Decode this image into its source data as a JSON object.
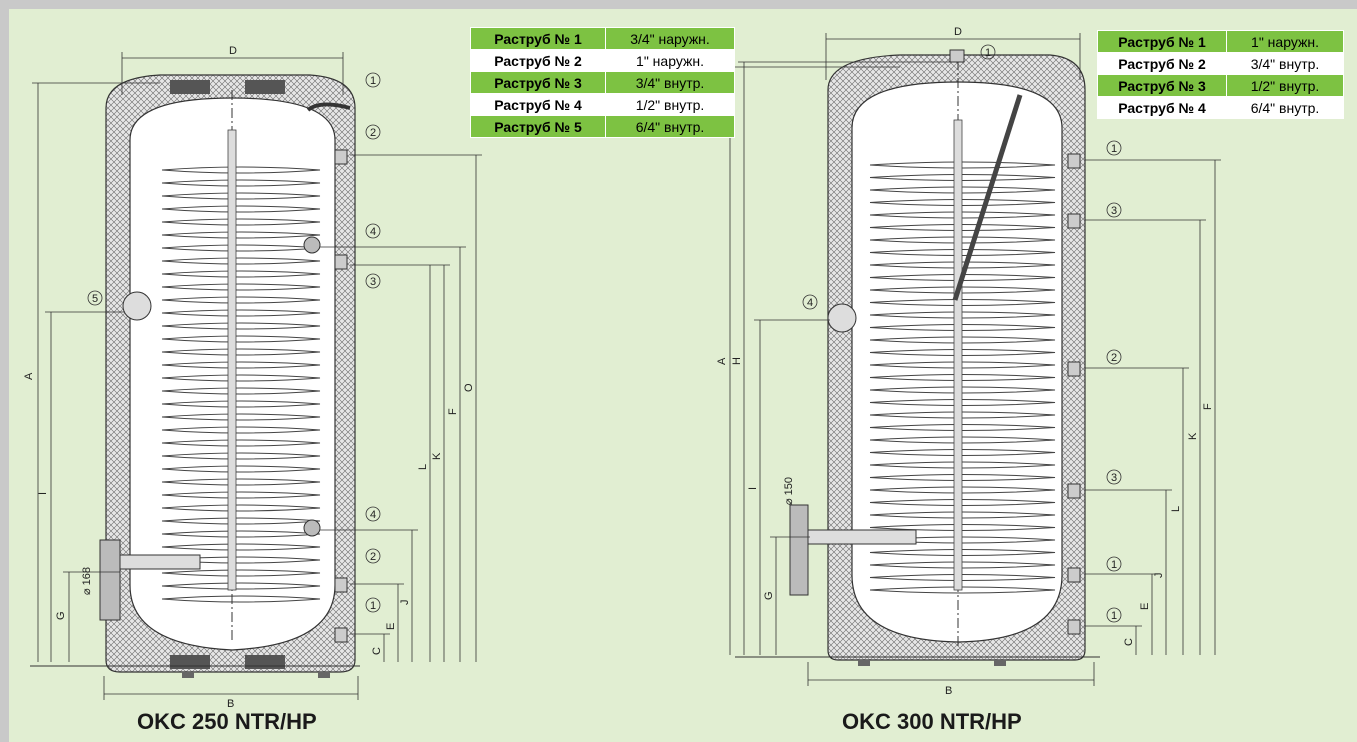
{
  "left": {
    "model": "OKC 250 NTR/HP",
    "connections": [
      {
        "key": "Раструб № 1",
        "value": "3/4\" наружн."
      },
      {
        "key": "Раструб № 2",
        "value": "1\" наружн."
      },
      {
        "key": "Раструб № 3",
        "value": "3/4\" внутр."
      },
      {
        "key": "Раструб № 4",
        "value": "1/2\" внутр."
      },
      {
        "key": "Раструб № 5",
        "value": "6/4\" внутр."
      }
    ],
    "dims": {
      "D": "D",
      "B": "B",
      "A": "A",
      "I": "I",
      "G": "G",
      "O": "O",
      "F": "F",
      "K": "K",
      "L": "L",
      "J": "J",
      "E": "E",
      "C": "C",
      "d168": "⌀ 168"
    },
    "nums": {
      "n1": "1",
      "n2": "2",
      "n3": "3",
      "n4": "4",
      "n5": "5"
    }
  },
  "right": {
    "model": "OKC 300 NTR/HP",
    "connections": [
      {
        "key": "Раструб № 1",
        "value": "1\" наружн."
      },
      {
        "key": "Раструб № 2",
        "value": "3/4\" внутр."
      },
      {
        "key": "Раструб № 3",
        "value": "1/2\" внутр."
      },
      {
        "key": "Раструб № 4",
        "value": "6/4\" внутр."
      }
    ],
    "dims": {
      "D": "D",
      "B": "B",
      "A": "A",
      "H": "H",
      "I": "I",
      "G": "G",
      "F": "F",
      "K": "K",
      "L": "L",
      "J": "J",
      "E": "E",
      "C": "C",
      "d150": "⌀ 150"
    },
    "nums": {
      "n1": "1",
      "n2": "2",
      "n3": "3",
      "n4": "4"
    }
  }
}
